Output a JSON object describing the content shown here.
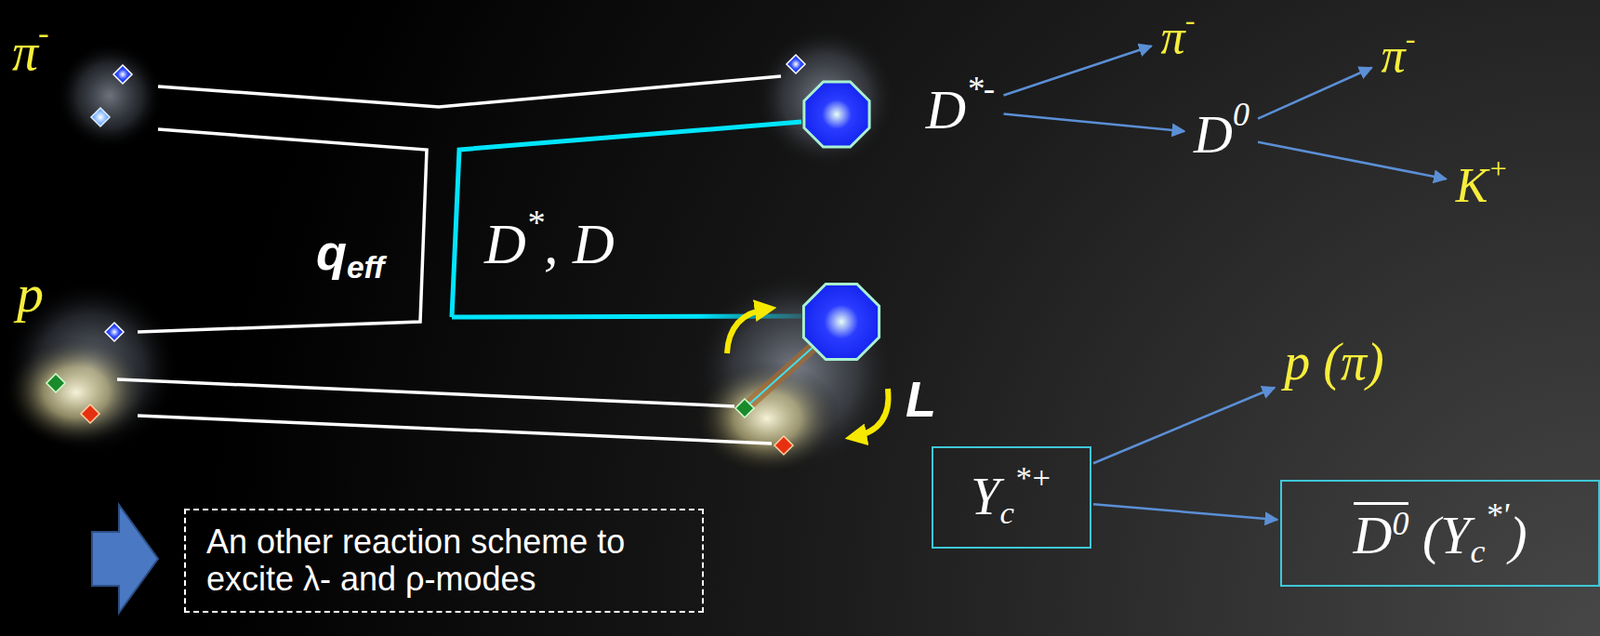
{
  "diagram": {
    "nodes": [
      {
        "text": [
          "D*-"
        ]
      },
      {
        "text": [
          "π-"
        ]
      },
      {
        "text": [
          "D0"
        ]
      },
      {
        "text": [
          "π-"
        ]
      },
      {
        "text": [
          "K+"
        ]
      },
      {
        "text": [
          "Yc*+"
        ]
      },
      {
        "text": [
          "p (π)"
        ]
      },
      {
        "text": [
          "D0 (Yc*')"
        ]
      },
      {
        "text": [
          "An other reaction scheme to excite λ- and ρ-modes"
        ]
      }
    ],
    "edges": [
      {
        "from": 0,
        "to": 1,
        "arrow": "to"
      },
      {
        "from": 0,
        "to": 2,
        "arrow": "to"
      },
      {
        "from": 2,
        "to": 3,
        "arrow": "to"
      },
      {
        "from": 2,
        "to": 4,
        "arrow": "to"
      },
      {
        "from": 5,
        "to": 6,
        "arrow": "to"
      },
      {
        "from": 5,
        "to": 7,
        "arrow": "to"
      }
    ],
    "labels": [
      "π-",
      "qeff",
      "D*, D",
      "p",
      "L"
    ]
  }
}
